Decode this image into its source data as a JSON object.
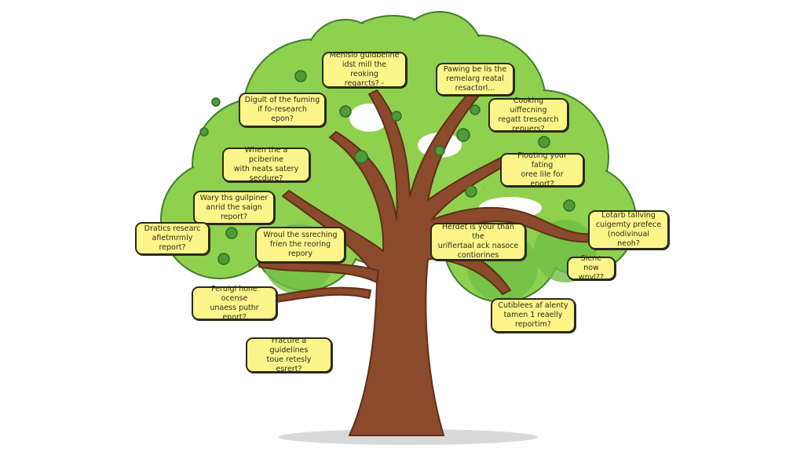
{
  "colors": {
    "canopy_light": "#8fd14f",
    "canopy_dark": "#5fae3c",
    "leaf_cluster": "#4f9a3a",
    "trunk": "#8b4a2b",
    "trunk_dark": "#5e2f19",
    "label_fill": "#fdf58a",
    "label_border": "#2a2a1a",
    "shadow": "#d9d9d9"
  },
  "labels": [
    {
      "text": "Menisio guidbeline\nidst mill the reoking\nregarcts? -"
    },
    {
      "text": "Digult of the fuming\nif fo-research\nepon?"
    },
    {
      "text": "When the a pciberine\nwith neats satery\nsecdure?"
    },
    {
      "text": "Wary ths guilpiner\nanrid the saign\nreport?"
    },
    {
      "text": "Dratics researc\nafietmrmly\nreport?"
    },
    {
      "text": "Wroul the ssreching\nfrien the reoring\nrepory"
    },
    {
      "text": "Pawing be lis the\nremelarg reatal\nresactorl..."
    },
    {
      "text": "Cooking uiffecning\nregatt tresearch\nrepuers?"
    },
    {
      "text": "Flouting your fating\noree lile for\neport?"
    },
    {
      "text": "Lotarb tallving\ncuigemty prefece\n(nodivinual\nneoh?"
    },
    {
      "text": "Herdet is your than the\nurifiertaal ack nasoce\ncontiorines"
    },
    {
      "text": "Siene now\nwnyl??"
    },
    {
      "text": "Cutiblees af alenty\ntamen 1 reaelly\nreportim?"
    },
    {
      "text": "Feruigl hone ocense\nunaess puthr\neport?"
    },
    {
      "text": "Fractire a guidelines\ntoue retesly\nesrert?"
    }
  ]
}
